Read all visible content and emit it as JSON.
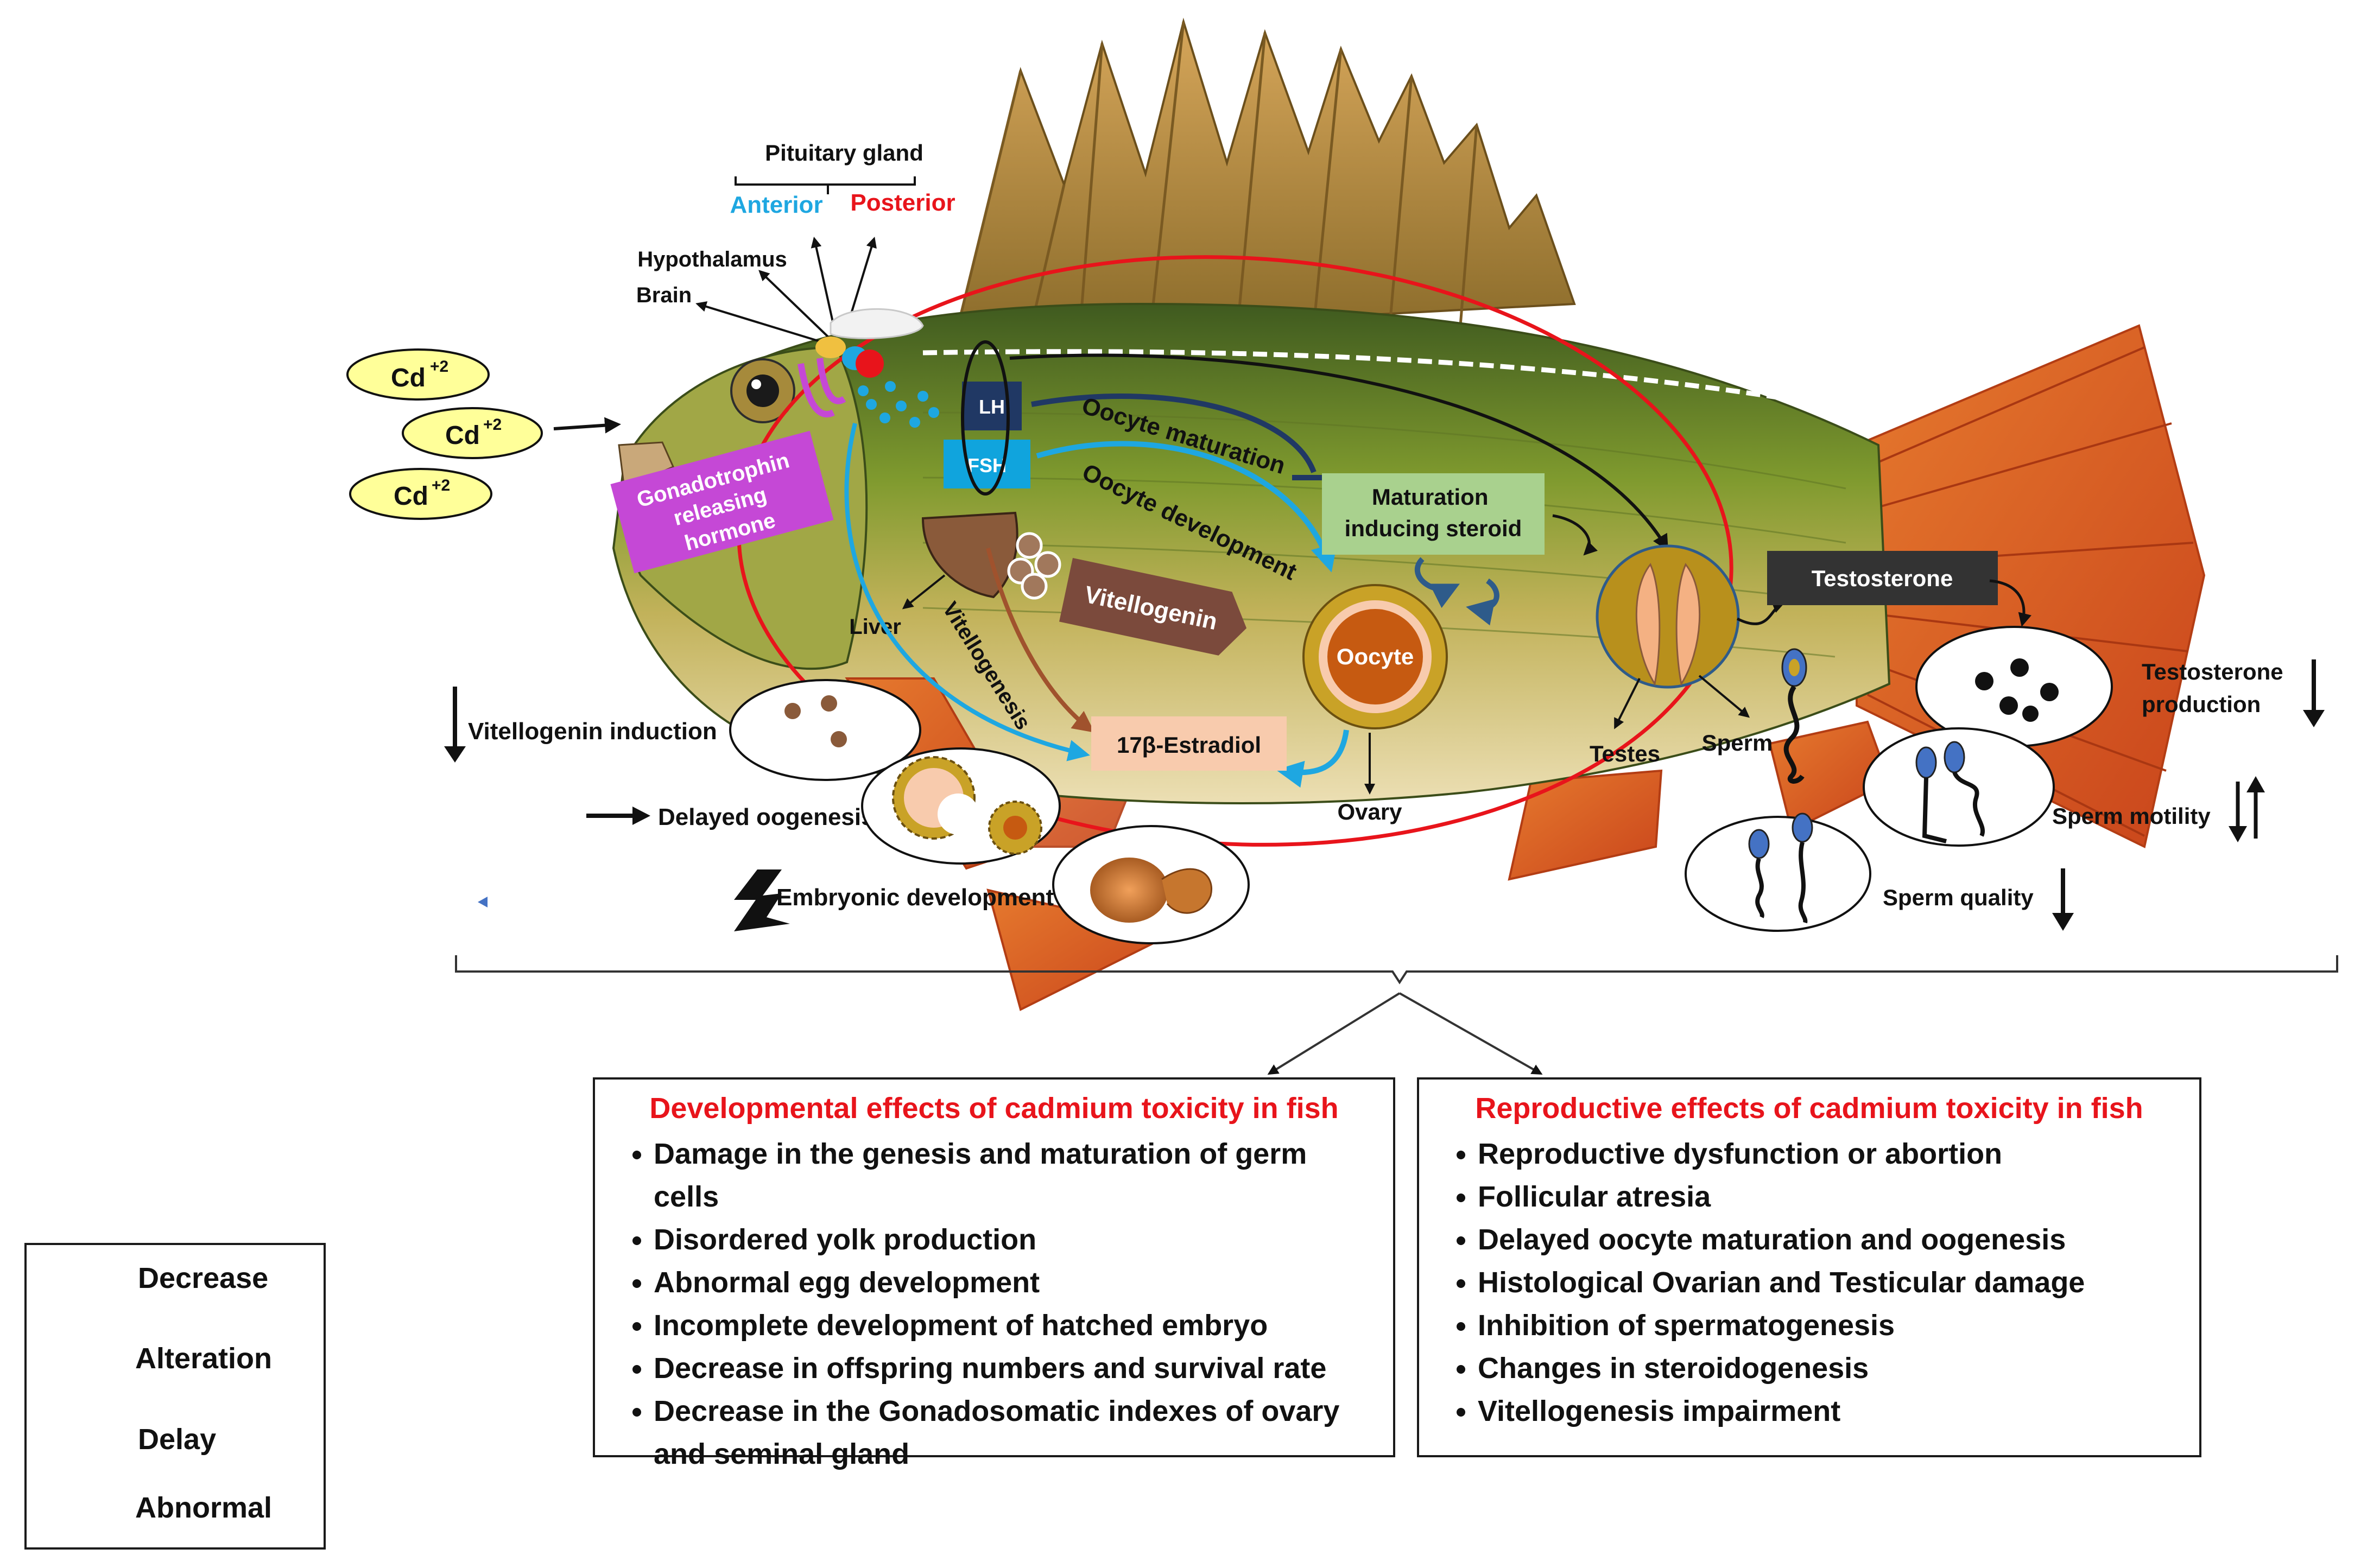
{
  "title": "",
  "labels": {
    "pituitary_gland": "Pituitary gland",
    "anterior": "Anterior",
    "posterior": "Posterior",
    "hypothalamus": "Hypothalamus",
    "brain": "Brain",
    "cd_ion": "Cd",
    "cd_charge": "+2",
    "gnrh": "Gonadotrophin releasing hormone",
    "lh": "LH",
    "fsh": "FSH",
    "oocyte_maturation": "Oocyte maturation",
    "oocyte_development": "Oocyte development",
    "maturation_inducing_steroid": "Maturation inducing steroid",
    "testosterone": "Testosterone",
    "liver": "Liver",
    "vitellogenin": "Vitellogenin",
    "vitellogenesis": "Vitellogenesis",
    "oocyte": "Oocyte",
    "estradiol": "17β-Estradiol",
    "ovary": "Ovary",
    "testes": "Testes",
    "sperm": "Sperm"
  },
  "effects": {
    "vitellogenin_induction": "Vitellogenin induction",
    "delayed_oogenesis": "Delayed oogenesis",
    "embryonic_development": "Embryonic development",
    "testosterone_production": "Testosterone production",
    "sperm_motility": "Sperm motility",
    "sperm_quality": "Sperm quality"
  },
  "developmental": {
    "title": "Developmental effects of cadmium toxicity in fish",
    "items": [
      "Damage in the genesis and maturation of germ cells",
      "Disordered yolk production",
      "Abnormal egg development",
      "Incomplete development of hatched embryo",
      "Decrease in offspring numbers  and survival rate",
      "Decrease in the Gonadosomatic indexes of ovary and seminal gland"
    ]
  },
  "reproductive": {
    "title": "Reproductive effects of cadmium toxicity in fish",
    "items": [
      "Reproductive dysfunction or abortion",
      "Follicular atresia",
      "Delayed oocyte maturation and oogenesis",
      "Histological Ovarian and Testicular damage",
      "Inhibition of spermatogenesis",
      "Changes in steroidogenesis",
      "Vitellogenesis impairment"
    ]
  },
  "legend": {
    "decrease": "Decrease",
    "alteration": "Alteration",
    "delay": "Delay",
    "abnormal": "Abnormal"
  },
  "colors": {
    "red_accent": "#e8141b",
    "anterior_blue": "#1ea7e1",
    "gnrh_magenta": "#c548d6",
    "lh_navy": "#203864",
    "fsh_blue": "#10a4dd",
    "mis_green": "#a9d18e",
    "vitellogenin_brown": "#7b4a3c",
    "estradiol_peach": "#f8cbad",
    "testosterone_dark": "#333333",
    "cd_yellow": "#ffff99"
  }
}
